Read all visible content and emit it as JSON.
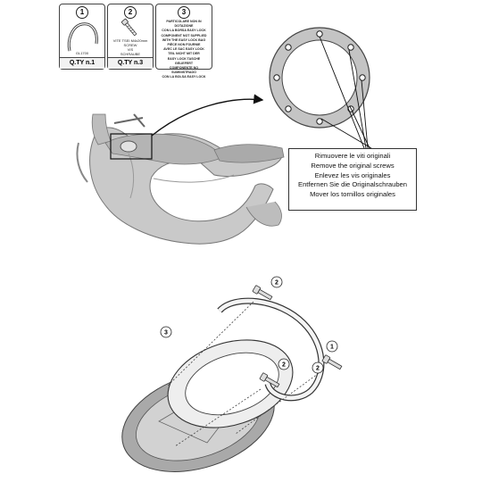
{
  "parts": [
    {
      "number": "1",
      "code": "GL1700",
      "quantity": "Q.TY n.1",
      "icon": "retaining-ring-icon"
    },
    {
      "number": "2",
      "code": "VITE TSEI M4x20mm\nSCREW\nVIS\nSCHRAUBE\nTORNILLO",
      "quantity": "Q.TY n.3",
      "icon": "screw-icon"
    }
  ],
  "note_box": {
    "number": "3",
    "text": "PARTICOLARE NON IN DOTAZIONE\nCON LA BORSA EASY LOCK\nCOMPONENT NOT SUPPLIED\nWITH THE EASY LOCK BAG\nPIÈCE NON FOURNIE\nAVEC LE SAC EASY LOCK\nTEIL NICHT MIT DER\nEASY LOCK TASCHE GELIEFERT\nCOMPONENTE NO SUMINISTRADO\nCON LA BOLSA EASY LOCK"
  },
  "callout_lines": [
    "Rimuovere le viti originali",
    "Remove the original screws",
    "Enlevez  les vis originales",
    "Entfernen Sie die Originalschrauben",
    "Mover los tornillos originales"
  ],
  "exploded_labels": [
    "2",
    "3",
    "1",
    "2",
    "2"
  ]
}
